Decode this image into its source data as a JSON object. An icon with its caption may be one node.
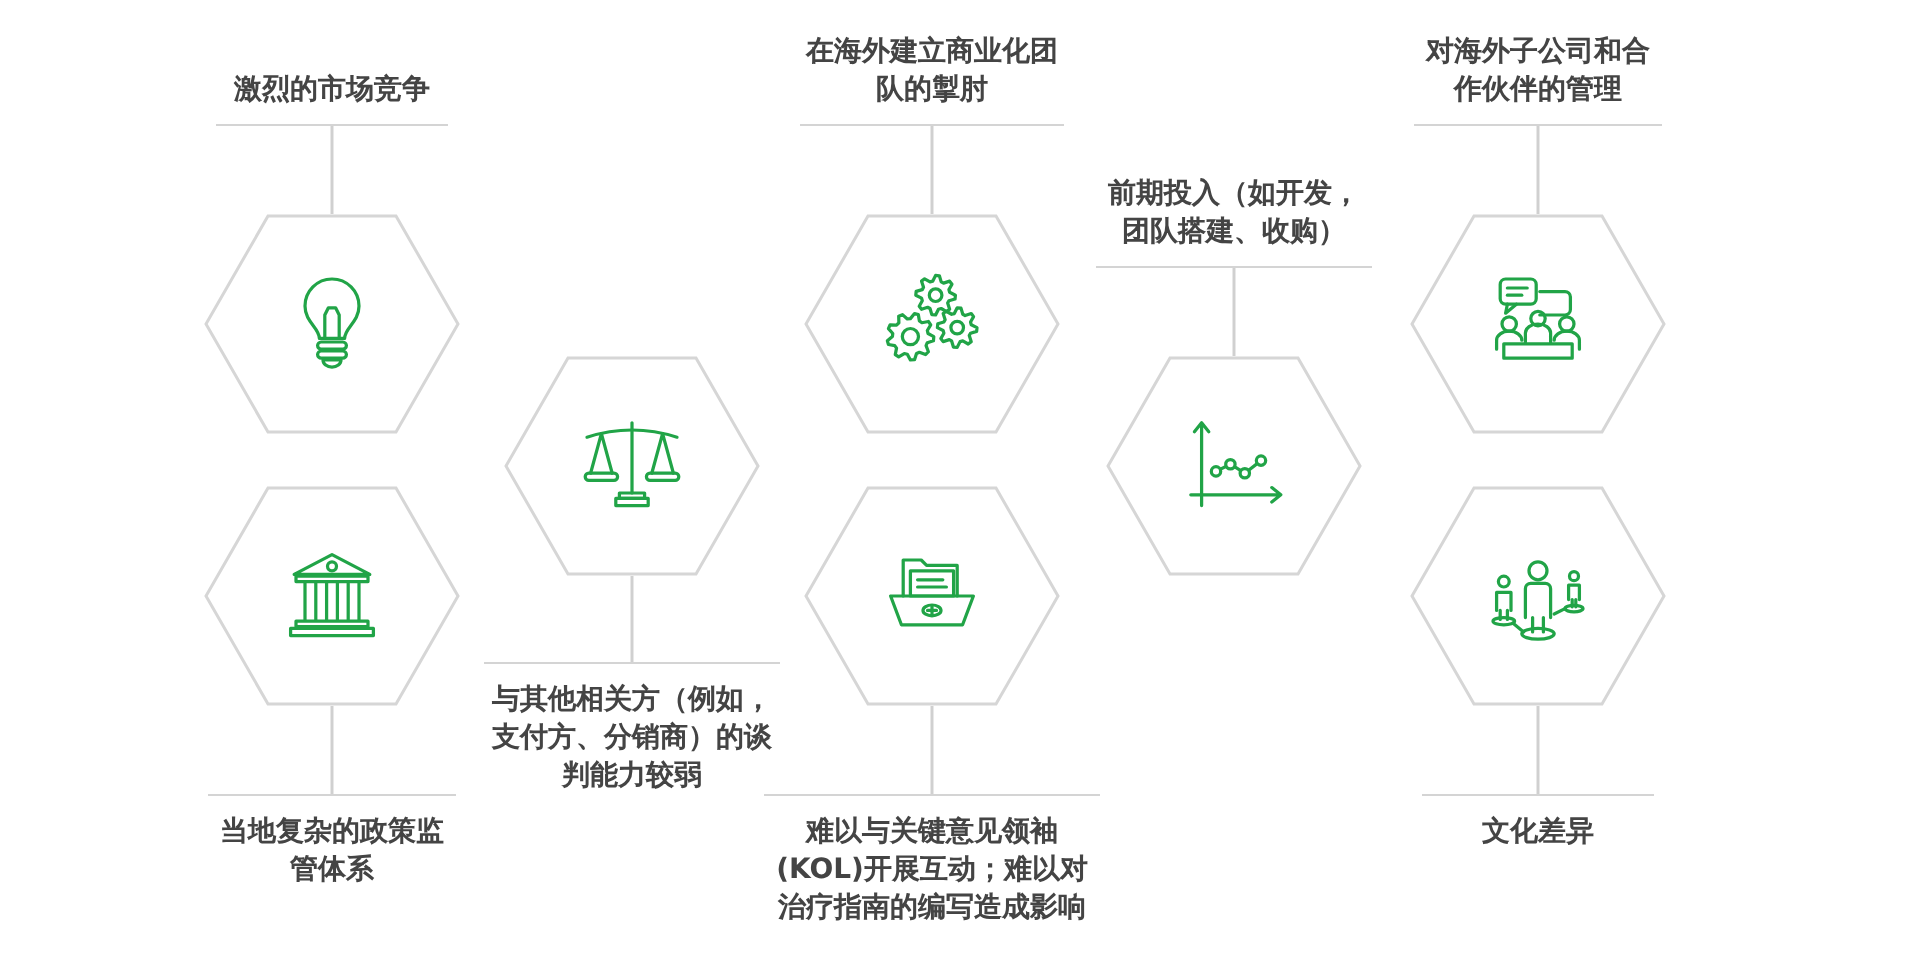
{
  "diagram": {
    "nodes": [
      {
        "text": [
          "激烈的市场竞争"
        ]
      },
      {
        "text": [],
        "shape": "hexagon"
      },
      {
        "text": [],
        "shape": "hexagon"
      },
      {
        "text": [
          "当地复杂的政策监管体系"
        ]
      },
      {
        "text": [],
        "shape": "hexagon"
      },
      {
        "text": [
          "与其他相关方（例如，支付方、分销商）的谈判能力较弱"
        ]
      },
      {
        "text": [
          "在海外建立商业化团队的掣肘"
        ]
      },
      {
        "text": [],
        "shape": "hexagon"
      },
      {
        "text": [],
        "shape": "hexagon"
      },
      {
        "text": [
          "难以与关键意见领袖(KOL)开展互动；难以对治疗指南的编写造成影响"
        ]
      },
      {
        "text": [
          "前期投入（如开发，团队搭建、收购）"
        ]
      },
      {
        "text": [],
        "shape": "hexagon"
      },
      {
        "text": [
          "对海外子公司和合作伙伴的管理"
        ]
      },
      {
        "text": [],
        "shape": "hexagon"
      },
      {
        "text": [],
        "shape": "hexagon"
      },
      {
        "text": [
          "文化差异"
        ]
      }
    ],
    "edges": [
      {
        "from": 0,
        "to": 1,
        "arrow": "none"
      },
      {
        "from": 2,
        "to": 3,
        "arrow": "none"
      },
      {
        "from": 4,
        "to": 5,
        "arrow": "none"
      },
      {
        "from": 6,
        "to": 7,
        "arrow": "none"
      },
      {
        "from": 8,
        "to": 9,
        "arrow": "none"
      },
      {
        "from": 10,
        "to": 11,
        "arrow": "none"
      },
      {
        "from": 12,
        "to": 13,
        "arrow": "none"
      },
      {
        "from": 14,
        "to": 15,
        "arrow": "none"
      }
    ]
  }
}
